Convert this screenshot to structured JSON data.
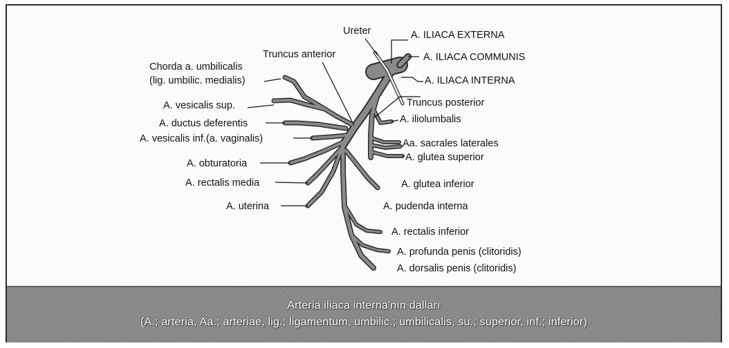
{
  "labels": {
    "ureter": "Ureter",
    "a_iliaca_externa": "A. ILIACA EXTERNA",
    "a_iliaca_communis": "A. ILIACA COMMUNIS",
    "a_iliaca_interna": "A. ILIACA INTERNA",
    "truncus_anterior": "Truncus anterior",
    "truncus_posterior": "Truncus posterior",
    "chorda_line1": "Chorda a. umbilicalis",
    "chorda_line2": "(lig. umbilic. medialis)",
    "a_vesicalis_sup": "A. vesicalis sup.",
    "a_ductus_deferentis": "A. ductus deferentis",
    "a_vesicalis_inf": "A. vesicalis inf.(a. vaginalis)",
    "a_obturatoria": "A. obturatoria",
    "a_rectalis_media": "A. rectalis media",
    "a_uterina": "A. uterina",
    "a_iliolumbalis": "A. iliolumbalis",
    "aa_sacrales_laterales": "Aa. sacrales laterales",
    "a_glutea_superior": "A. glutea superior",
    "a_glutea_inferior": "A. glutea inferior",
    "a_pudenda_interna": "A. pudenda interna",
    "a_rectalis_inferior": "A. rectalis inferior",
    "a_profunda_penis": "A. profunda penis (clitoridis)",
    "a_dorsalis_penis": "A. dorsalis penis (clitoridis)"
  },
  "caption": {
    "title": "Arteria iliaca interna'nın dalları",
    "subtitle": "(A.; arteria, Aa.; arteriae, lig.; ligamentum, umbilic.; umbilicalis, su.; superior, inf.; inferior)"
  },
  "colors": {
    "vessel_fill": "#8a8a8a",
    "vessel_outline": "#2b2b2b",
    "caption_bg": "#8a8a8a"
  }
}
